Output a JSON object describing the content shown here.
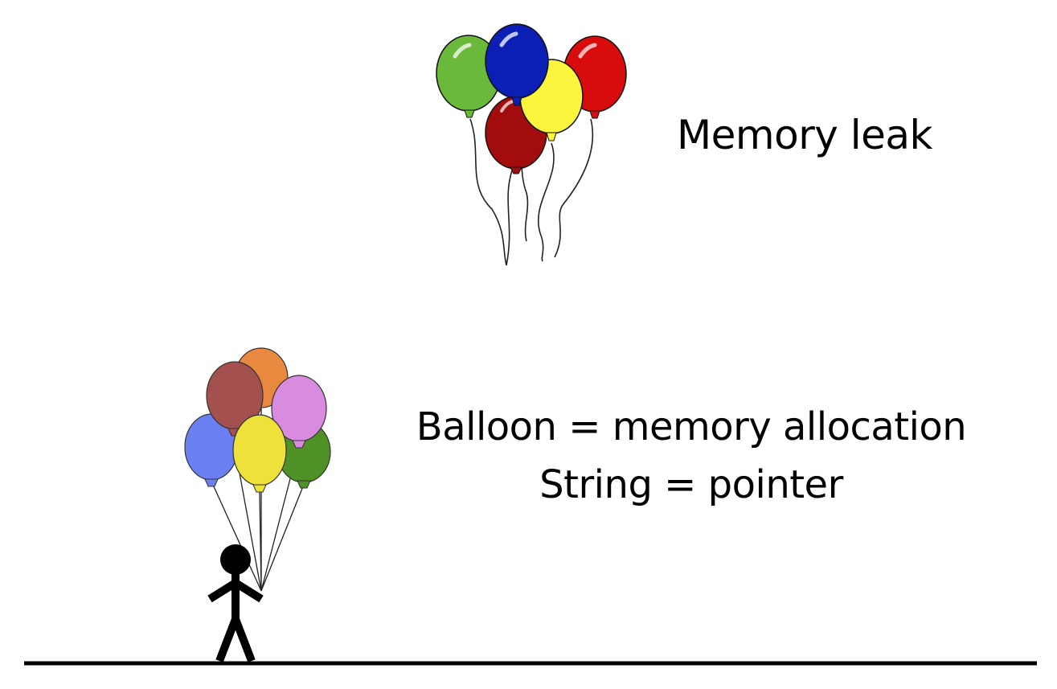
{
  "labels": {
    "memory_leak": "Memory leak",
    "balloon_mapping": "Balloon = memory allocation",
    "string_mapping": "String = pointer"
  },
  "icons": {
    "floating_group": "floating-balloons-icon",
    "held_group": "held-balloons-icon",
    "person": "stick-figure-icon",
    "ground": "ground-line"
  },
  "colors": {
    "floating_balloons": [
      "#6ab93a",
      "#0b1fb5",
      "#fbf63d",
      "#d80c0c",
      "#a30c0c"
    ],
    "held_balloons": [
      "#e8893f",
      "#a3504e",
      "#d98be0",
      "#6a7ff0",
      "#eee23a",
      "#4f9126"
    ],
    "ink": "#000000"
  }
}
